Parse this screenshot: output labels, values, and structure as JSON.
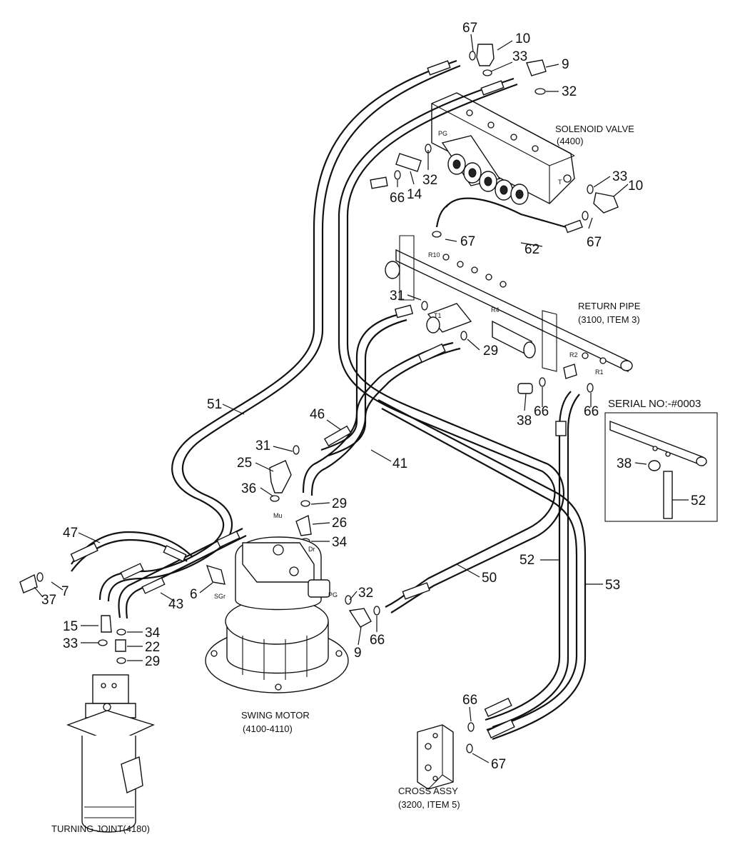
{
  "labels": {
    "solenoid_valve": [
      "SOLENOID VALVE",
      "(4400)"
    ],
    "return_pipe": [
      "RETURN PIPE",
      "(3100, ITEM 3)"
    ],
    "swing_motor": [
      "SWING MOTOR",
      "(4100-4110)"
    ],
    "turning_joint": "TURNING JOINT(4180)",
    "cross_assy": [
      "CROSS ASSY",
      "(3200, ITEM 5)"
    ],
    "serial": "SERIAL NO:-#0003"
  },
  "ports": {
    "pg_valve": "PG",
    "t_valve": "T",
    "r10": "R10",
    "r4": "R4",
    "t1": "T1",
    "r2": "R2",
    "r1": "R1",
    "mu": "Mu",
    "dr": "Dr",
    "sgr": "SGr",
    "pg_motor": "PG"
  },
  "parts": [
    {
      "id": "p67a",
      "text": "67"
    },
    {
      "id": "p10a",
      "text": "10"
    },
    {
      "id": "p33a",
      "text": "33"
    },
    {
      "id": "p9a",
      "text": "9"
    },
    {
      "id": "p32a",
      "text": "32"
    },
    {
      "id": "p33b",
      "text": "33"
    },
    {
      "id": "p10b",
      "text": "10"
    },
    {
      "id": "p67b",
      "text": "67"
    },
    {
      "id": "p32b",
      "text": "32"
    },
    {
      "id": "p14",
      "text": "14"
    },
    {
      "id": "p66a",
      "text": "66"
    },
    {
      "id": "p67c",
      "text": "67"
    },
    {
      "id": "p62",
      "text": "62"
    },
    {
      "id": "p31a",
      "text": "31"
    },
    {
      "id": "p29a",
      "text": "29"
    },
    {
      "id": "p38a",
      "text": "38"
    },
    {
      "id": "p66b",
      "text": "66"
    },
    {
      "id": "p66c",
      "text": "66"
    },
    {
      "id": "p51",
      "text": "51"
    },
    {
      "id": "p46",
      "text": "46"
    },
    {
      "id": "p31b",
      "text": "31"
    },
    {
      "id": "p25",
      "text": "25"
    },
    {
      "id": "p41",
      "text": "41"
    },
    {
      "id": "p36",
      "text": "36"
    },
    {
      "id": "p29b",
      "text": "29"
    },
    {
      "id": "p26",
      "text": "26"
    },
    {
      "id": "p34a",
      "text": "34"
    },
    {
      "id": "p47",
      "text": "47"
    },
    {
      "id": "p7",
      "text": "7"
    },
    {
      "id": "p37",
      "text": "37"
    },
    {
      "id": "p6",
      "text": "6"
    },
    {
      "id": "p43",
      "text": "43"
    },
    {
      "id": "p50",
      "text": "50"
    },
    {
      "id": "p52a",
      "text": "52"
    },
    {
      "id": "p53",
      "text": "53"
    },
    {
      "id": "p32c",
      "text": "32"
    },
    {
      "id": "p9b",
      "text": "9"
    },
    {
      "id": "p66d",
      "text": "66"
    },
    {
      "id": "p15",
      "text": "15"
    },
    {
      "id": "p34b",
      "text": "34"
    },
    {
      "id": "p33c",
      "text": "33"
    },
    {
      "id": "p22",
      "text": "22"
    },
    {
      "id": "p29c",
      "text": "29"
    },
    {
      "id": "p66e",
      "text": "66"
    },
    {
      "id": "p67d",
      "text": "67"
    },
    {
      "id": "p38b",
      "text": "38"
    },
    {
      "id": "p52b",
      "text": "52"
    }
  ]
}
